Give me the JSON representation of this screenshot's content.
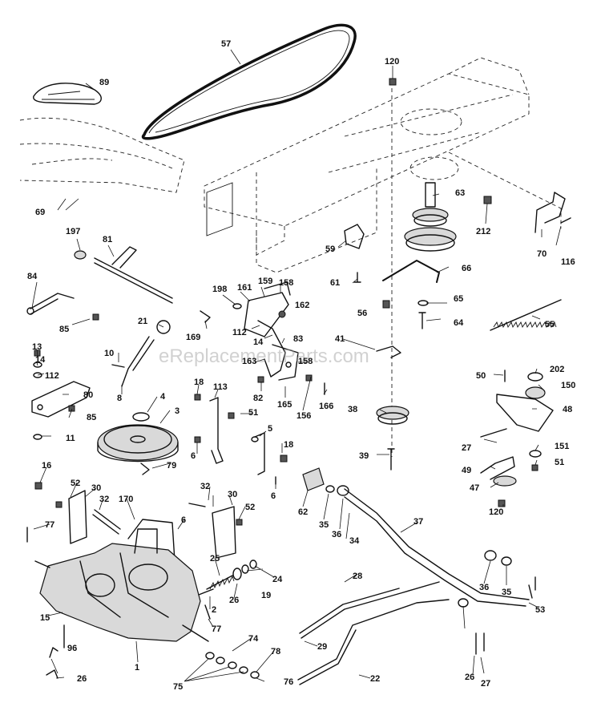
{
  "watermark": "eReplacementParts.com",
  "callouts": [
    {
      "id": "c57",
      "text": "57"
    },
    {
      "id": "c120a",
      "text": "120"
    },
    {
      "id": "c89",
      "text": "89"
    },
    {
      "id": "c63",
      "text": "63"
    },
    {
      "id": "c69",
      "text": "69"
    },
    {
      "id": "c212",
      "text": "212"
    },
    {
      "id": "c70",
      "text": "70"
    },
    {
      "id": "c116",
      "text": "116"
    },
    {
      "id": "c197",
      "text": "197"
    },
    {
      "id": "c81",
      "text": "81"
    },
    {
      "id": "c59",
      "text": "59"
    },
    {
      "id": "c66",
      "text": "66"
    },
    {
      "id": "c84",
      "text": "84"
    },
    {
      "id": "c198",
      "text": "198"
    },
    {
      "id": "c161",
      "text": "161"
    },
    {
      "id": "c159",
      "text": "159"
    },
    {
      "id": "c158a",
      "text": "158"
    },
    {
      "id": "c61",
      "text": "61"
    },
    {
      "id": "c162",
      "text": "162"
    },
    {
      "id": "c65",
      "text": "65"
    },
    {
      "id": "c56",
      "text": "56"
    },
    {
      "id": "c55",
      "text": "55"
    },
    {
      "id": "c85a",
      "text": "85"
    },
    {
      "id": "c21",
      "text": "21"
    },
    {
      "id": "c169",
      "text": "169"
    },
    {
      "id": "c112a",
      "text": "112"
    },
    {
      "id": "c64",
      "text": "64"
    },
    {
      "id": "c14a",
      "text": "14"
    },
    {
      "id": "c83",
      "text": "83"
    },
    {
      "id": "c41",
      "text": "41"
    },
    {
      "id": "c10",
      "text": "10"
    },
    {
      "id": "c163",
      "text": "163"
    },
    {
      "id": "c158b",
      "text": "158"
    },
    {
      "id": "c13",
      "text": "13"
    },
    {
      "id": "c14b",
      "text": "14"
    },
    {
      "id": "c112b",
      "text": "112"
    },
    {
      "id": "c82",
      "text": "82"
    },
    {
      "id": "c50",
      "text": "50"
    },
    {
      "id": "c202",
      "text": "202"
    },
    {
      "id": "c8",
      "text": "8"
    },
    {
      "id": "c80",
      "text": "80"
    },
    {
      "id": "c18a",
      "text": "18"
    },
    {
      "id": "c113",
      "text": "113"
    },
    {
      "id": "c165",
      "text": "165"
    },
    {
      "id": "c166",
      "text": "166"
    },
    {
      "id": "c150",
      "text": "150"
    },
    {
      "id": "c4",
      "text": "4"
    },
    {
      "id": "c85b",
      "text": "85"
    },
    {
      "id": "c51a",
      "text": "51"
    },
    {
      "id": "c156",
      "text": "156"
    },
    {
      "id": "c38",
      "text": "38"
    },
    {
      "id": "c48",
      "text": "48"
    },
    {
      "id": "c3",
      "text": "3"
    },
    {
      "id": "c11",
      "text": "11"
    },
    {
      "id": "c5",
      "text": "5"
    },
    {
      "id": "c27a",
      "text": "27"
    },
    {
      "id": "c6a",
      "text": "6"
    },
    {
      "id": "c18b",
      "text": "18"
    },
    {
      "id": "c39",
      "text": "39"
    },
    {
      "id": "c151",
      "text": "151"
    },
    {
      "id": "c51b",
      "text": "51"
    },
    {
      "id": "c79",
      "text": "79"
    },
    {
      "id": "c16",
      "text": "16"
    },
    {
      "id": "c49",
      "text": "49"
    },
    {
      "id": "c52a",
      "text": "52"
    },
    {
      "id": "c30a",
      "text": "30"
    },
    {
      "id": "c32a",
      "text": "32"
    },
    {
      "id": "c6b",
      "text": "6"
    },
    {
      "id": "c62",
      "text": "62"
    },
    {
      "id": "c47",
      "text": "47"
    },
    {
      "id": "c32b",
      "text": "32"
    },
    {
      "id": "c30b",
      "text": "30"
    },
    {
      "id": "c170",
      "text": "170"
    },
    {
      "id": "c52b",
      "text": "52"
    },
    {
      "id": "c35a",
      "text": "35"
    },
    {
      "id": "c120b",
      "text": "120"
    },
    {
      "id": "c37",
      "text": "37"
    },
    {
      "id": "c36a",
      "text": "36"
    },
    {
      "id": "c77a",
      "text": "77"
    },
    {
      "id": "c6c",
      "text": "6"
    },
    {
      "id": "c34",
      "text": "34"
    },
    {
      "id": "c25",
      "text": "25"
    },
    {
      "id": "c24",
      "text": "24"
    },
    {
      "id": "c19",
      "text": "19"
    },
    {
      "id": "c28",
      "text": "28"
    },
    {
      "id": "c36b",
      "text": "36"
    },
    {
      "id": "c35b",
      "text": "35"
    },
    {
      "id": "c26a",
      "text": "26"
    },
    {
      "id": "c2",
      "text": "2"
    },
    {
      "id": "c53",
      "text": "53"
    },
    {
      "id": "c15",
      "text": "15"
    },
    {
      "id": "c77b",
      "text": "77"
    },
    {
      "id": "c74",
      "text": "74"
    },
    {
      "id": "c29",
      "text": "29"
    },
    {
      "id": "c96",
      "text": "96"
    },
    {
      "id": "c1",
      "text": "1"
    },
    {
      "id": "c78",
      "text": "78"
    },
    {
      "id": "c26b",
      "text": "26"
    },
    {
      "id": "c22",
      "text": "22"
    },
    {
      "id": "c27b",
      "text": "27"
    },
    {
      "id": "c26c",
      "text": "26"
    },
    {
      "id": "c75",
      "text": "75"
    },
    {
      "id": "c76",
      "text": "76"
    }
  ]
}
